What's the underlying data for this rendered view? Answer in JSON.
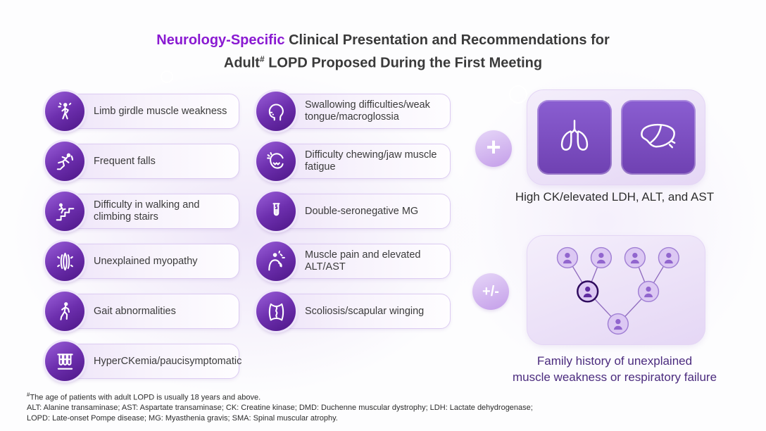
{
  "title": {
    "highlight": "Neurology-Specific",
    "line1_rest": " Clinical Presentation and Recommendations for",
    "line2_part1": "Adult",
    "line2_sup": "#",
    "line2_part2": " LOPD Proposed During the First Meeting"
  },
  "symptoms": {
    "left": [
      {
        "label": "Limb girdle muscle weakness",
        "icon": "dizzy-person-icon"
      },
      {
        "label": "Frequent falls",
        "icon": "falling-person-icon"
      },
      {
        "label": "Difficulty in walking and climbing stairs",
        "icon": "climbing-stairs-icon"
      },
      {
        "label": "Unexplained myopathy",
        "icon": "muscle-fiber-icon"
      },
      {
        "label": "Gait abnormalities",
        "icon": "walking-person-icon"
      },
      {
        "label": "HyperCKemia/paucisymptomatic",
        "icon": "test-tubes-icon"
      }
    ],
    "middle": [
      {
        "label": "Swallowing difficulties/weak tongue/macroglossia",
        "icon": "swallowing-head-icon"
      },
      {
        "label": "Difficulty chewing/jaw muscle fatigue",
        "icon": "jaw-pain-icon"
      },
      {
        "label": "Double-seronegative MG",
        "icon": "vial-icon"
      },
      {
        "label": "Muscle pain and elevated ALT/AST",
        "icon": "shoulder-pain-icon"
      },
      {
        "label": "Scoliosis/scapular winging",
        "icon": "scoliosis-back-icon"
      }
    ]
  },
  "recommendations": {
    "first": {
      "operator": "+",
      "icons": [
        "lungs-icon",
        "liver-icon"
      ],
      "caption": "High CK/elevated LDH, ALT, and AST"
    },
    "second": {
      "operator": "+/-",
      "icon": "family-tree-icon",
      "caption_line1": "Family history of unexplained",
      "caption_line2": "muscle weakness or respiratory failure"
    }
  },
  "footnotes": {
    "marker": "#",
    "note1": "The age of patients with adult LOPD is usually 18 years and above.",
    "note2": "ALT: Alanine transaminase; AST: Aspartate transaminase; CK: Creatine kinase; DMD: Duchenne muscular dystrophy; LDH: Lactate dehydrogenase;",
    "note3": "LOPD: Late-onset Pompe disease; MG: Myasthenia gravis; SMA: Spinal muscular atrophy."
  },
  "colors": {
    "title_accent": "#8A1AD2",
    "icon_circle_dark": "#4D1687",
    "icon_circle_light": "#9A5FD9",
    "pill_border": "#DCCBF2",
    "panel_lavender": "#EDE2F8",
    "organ_square": "#7A4CC0",
    "operator_circle": "#D4B9F0",
    "family_caption": "#4B2B7E"
  }
}
